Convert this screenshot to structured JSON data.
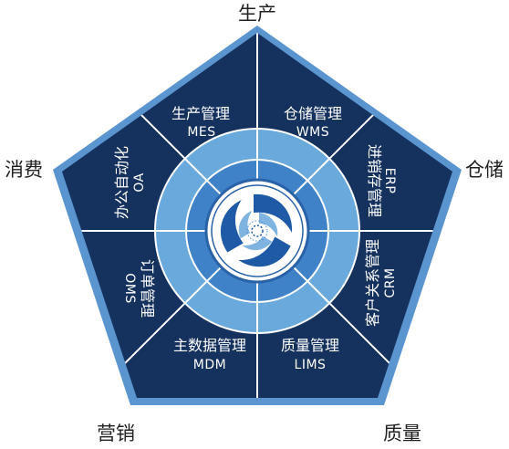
{
  "corners": {
    "top": "生产",
    "right": "仓储",
    "bottom_right": "质量",
    "bottom_left": "营销",
    "left": "消费"
  },
  "segments": [
    {
      "title": "生产管理",
      "code": "MES"
    },
    {
      "title": "仓储管理",
      "code": "WMS"
    },
    {
      "title": "进销存管理",
      "code": "ERP"
    },
    {
      "title": "客户关系管理",
      "code": "CRM"
    },
    {
      "title": "质量管理",
      "code": "LIMS"
    },
    {
      "title": "主数据管理",
      "code": "MDM"
    },
    {
      "title": "订单管理",
      "code": "OMS"
    },
    {
      "title": "办公自动化",
      "code": "OA"
    }
  ],
  "colors": {
    "outer_border": "#5b95cf",
    "pentagon_fill": "#15315e",
    "ring_mid": "#6aa9dc",
    "ring_inner": "#3f82c8",
    "center_fill": "#ffffff",
    "center_border": "#2a62a8",
    "divider": "#ffffff",
    "text_dark": "#222222",
    "text_light": "#ffffff"
  },
  "center_logo": "swirl-logo-icon"
}
